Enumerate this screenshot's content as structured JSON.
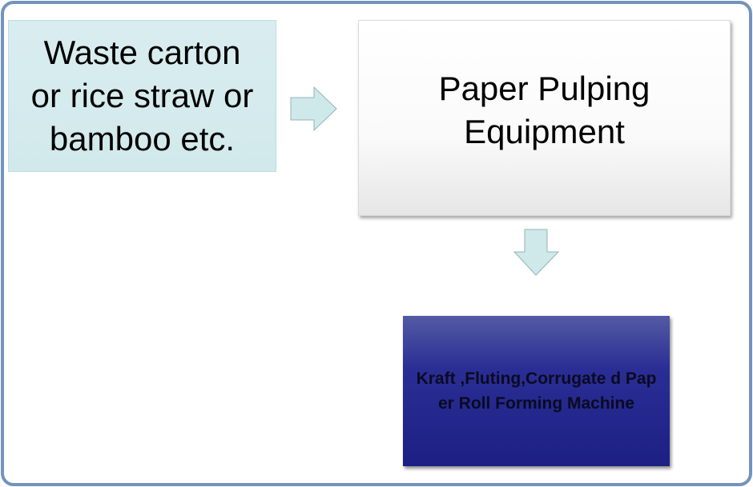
{
  "diagram": {
    "source_box": {
      "text": "Waste carton\nor rice straw or\nbamboo etc."
    },
    "pulping_box": {
      "text": "Paper Pulping\nEquipment"
    },
    "machine_box": {
      "text": "Kraft ,Fluting,Corrugate d Paper Roll Forming Machine"
    },
    "colors": {
      "frame": "#7393bd",
      "source_fill": "#d7ecef",
      "arrow_fill": "#cfe8ea",
      "machine_fill": "#23278c"
    }
  }
}
